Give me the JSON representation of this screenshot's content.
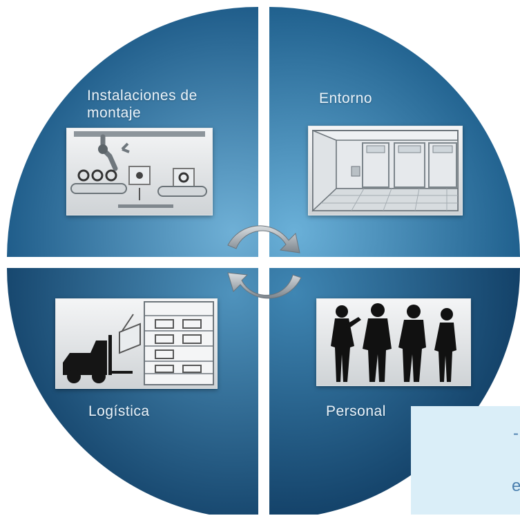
{
  "quadrants": {
    "top_left": {
      "label_line1": "Instalaciones de",
      "label_line2": "montaje"
    },
    "top_right": {
      "label": "Entorno"
    },
    "bottom_left": {
      "label": "Logística"
    },
    "bottom_right": {
      "label": "Personal"
    }
  },
  "icons": {
    "top_left": "assembly-line-icon",
    "top_right": "factory-room-icon",
    "bottom_left": "forklift-warehouse-icon",
    "bottom_right": "workers-icon",
    "center": "cycle-arrows-icon"
  },
  "note_box": {
    "text_top": "-",
    "text_bottom": "e"
  },
  "colors": {
    "circle_light": "#4f93bd",
    "circle_dark": "#0f3f66",
    "note_bg": "#daeef8",
    "arrow": "#9aa3ab"
  }
}
